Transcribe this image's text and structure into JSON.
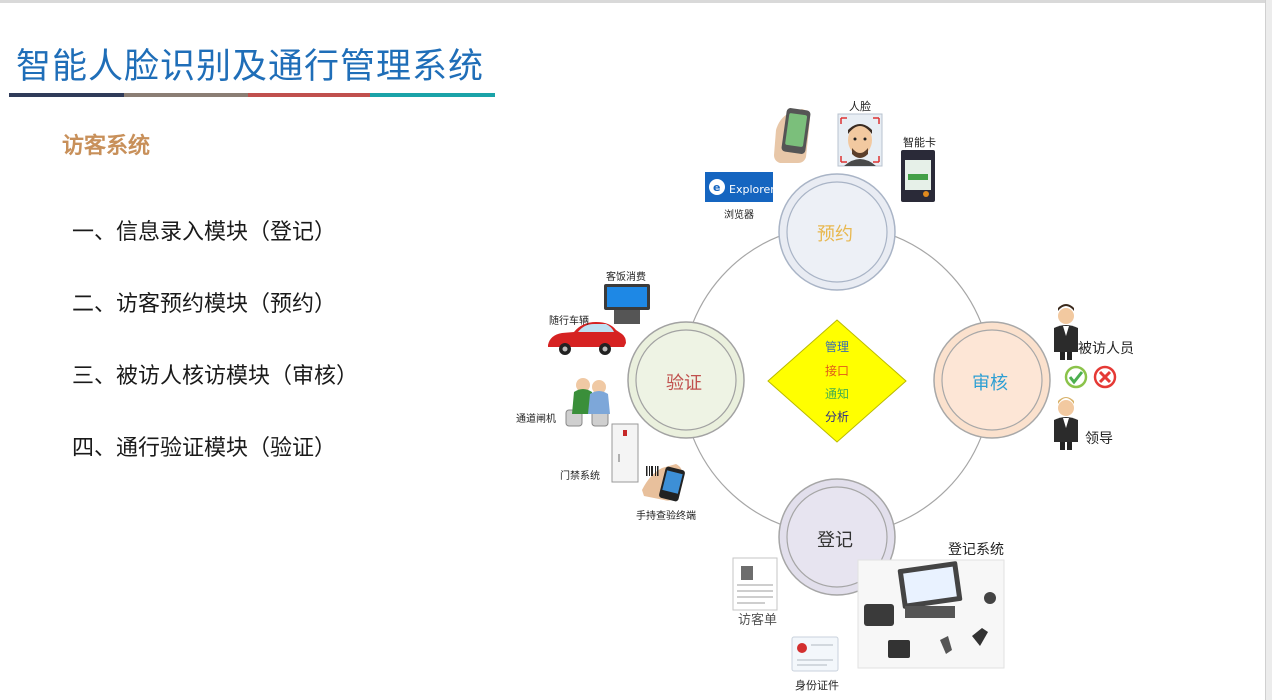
{
  "title": "智能人脸识别及通行管理系统",
  "subtitle": "访客系统",
  "modules": [
    "一、信息录入模块（登记）",
    "二、访客预约模块（预约）",
    "三、被访人核访模块（审核）",
    "四、通行验证模块（验证）"
  ],
  "colors": {
    "title": "#1f6eb8",
    "subtitle": "#c8905a",
    "rule": [
      "#2f3b59",
      "#8b7e74",
      "#c0504d",
      "#1aa3a8"
    ]
  },
  "nodes": {
    "top": "预约",
    "left": "验证",
    "right": "审核",
    "bottom": "登记"
  },
  "center": [
    "管理",
    "接口",
    "通知",
    "分析"
  ],
  "labels": {
    "face": "人脸",
    "smart_card": "智能卡",
    "browser": "浏览器",
    "browser_logo_text": "Explorer",
    "consume": "客饭消费",
    "vehicle": "随行车辆",
    "gate": "通道闸机",
    "door": "门禁系统",
    "handheld": "手持查验终端",
    "visitee": "被访人员",
    "leader": "领导",
    "register_system": "登记系统",
    "visitor_form": "访客单",
    "id_card": "身份证件"
  }
}
